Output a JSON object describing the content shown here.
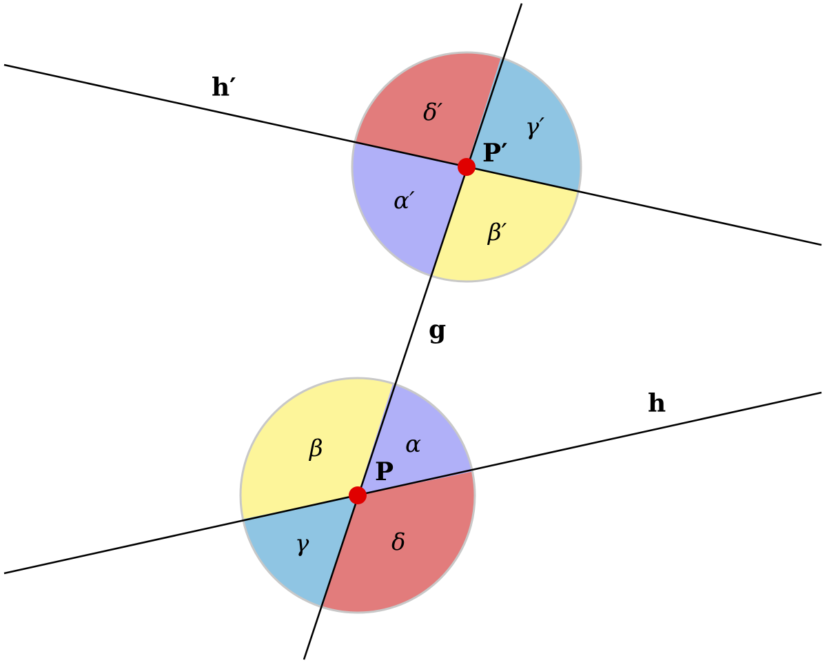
{
  "diagram": {
    "lines": {
      "g": "g",
      "h": "h",
      "h_prime": "h′"
    },
    "points": {
      "P": "P",
      "P_prime": "P′"
    },
    "angles_lower": {
      "alpha": "α",
      "beta": "β",
      "gamma": "γ",
      "delta": "δ"
    },
    "angles_upper": {
      "alpha": "α′",
      "beta": "β′",
      "gamma": "γ′",
      "delta": "δ′"
    },
    "colors": {
      "alpha": "#b0b0f8",
      "beta": "#fdf59a",
      "gamma": "#8fc5e3",
      "delta": "#e27c7c",
      "point": "#e00000",
      "line": "#000000"
    }
  }
}
